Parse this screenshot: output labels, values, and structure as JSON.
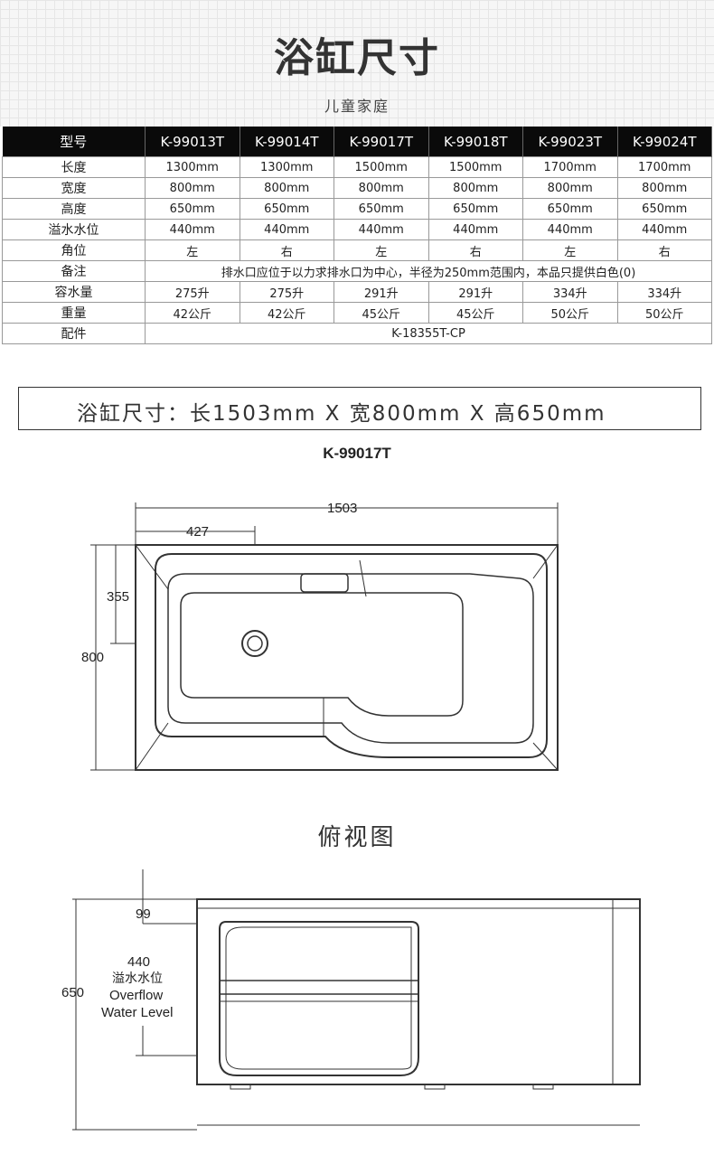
{
  "header": {
    "title": "浴缸尺寸",
    "subtitle": "儿童家庭"
  },
  "table": {
    "columns": [
      "型号",
      "K-99013T",
      "K-99014T",
      "K-99017T",
      "K-99018T",
      "K-99023T",
      "K-99024T"
    ],
    "rows": [
      {
        "label": "长度",
        "values": [
          "1300mm",
          "1300mm",
          "1500mm",
          "1500mm",
          "1700mm",
          "1700mm"
        ]
      },
      {
        "label": "宽度",
        "values": [
          "800mm",
          "800mm",
          "800mm",
          "800mm",
          "800mm",
          "800mm"
        ]
      },
      {
        "label": "高度",
        "values": [
          "650mm",
          "650mm",
          "650mm",
          "650mm",
          "650mm",
          "650mm"
        ]
      },
      {
        "label": "溢水水位",
        "values": [
          "440mm",
          "440mm",
          "440mm",
          "440mm",
          "440mm",
          "440mm"
        ]
      },
      {
        "label": "角位",
        "values": [
          "左",
          "右",
          "左",
          "右",
          "左",
          "右"
        ]
      },
      {
        "label": "备注",
        "merged": "排水口应位于以力求排水口为中心，半径为250mm范围内，本品只提供白色(0)"
      },
      {
        "label": "容水量",
        "values": [
          "275升",
          "275升",
          "291升",
          "291升",
          "334升",
          "334升"
        ]
      },
      {
        "label": "重量",
        "values": [
          "42公斤",
          "42公斤",
          "45公斤",
          "45公斤",
          "50公斤",
          "50公斤"
        ]
      },
      {
        "label": "配件",
        "merged": "K-18355T-CP"
      }
    ]
  },
  "dimension_banner": "浴缸尺寸：长1503mm X 宽800mm X 高650mm",
  "model_label": "K-99017T",
  "top_view": {
    "caption": "俯视图",
    "dim_length": "1503",
    "dim_drain_offset": "427",
    "dim_drain_from_top": "355",
    "dim_width": "800"
  },
  "side_view": {
    "dim_rim": "99",
    "dim_overflow": "440",
    "overflow_cn": "溢水水位",
    "overflow_en_1": "Overflow",
    "overflow_en_2": "Water Level",
    "dim_height": "650"
  }
}
